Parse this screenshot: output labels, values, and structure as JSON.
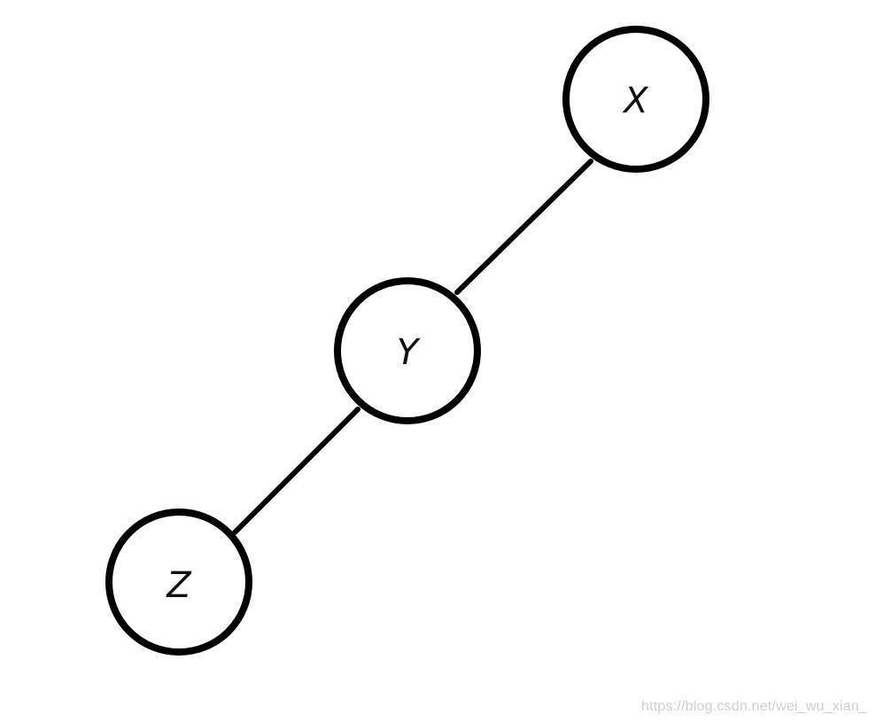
{
  "diagram": {
    "type": "binary-tree-chain",
    "nodes": [
      {
        "id": "x",
        "label": "X"
      },
      {
        "id": "y",
        "label": "Y"
      },
      {
        "id": "z",
        "label": "Z"
      }
    ],
    "edges": [
      {
        "from": "x",
        "to": "y"
      },
      {
        "from": "y",
        "to": "z"
      }
    ]
  },
  "watermark": "https://blog.csdn.net/wei_wu_xian_",
  "colors": {
    "stroke": "#000000",
    "background": "#ffffff",
    "watermark": "#cfcfcf"
  }
}
